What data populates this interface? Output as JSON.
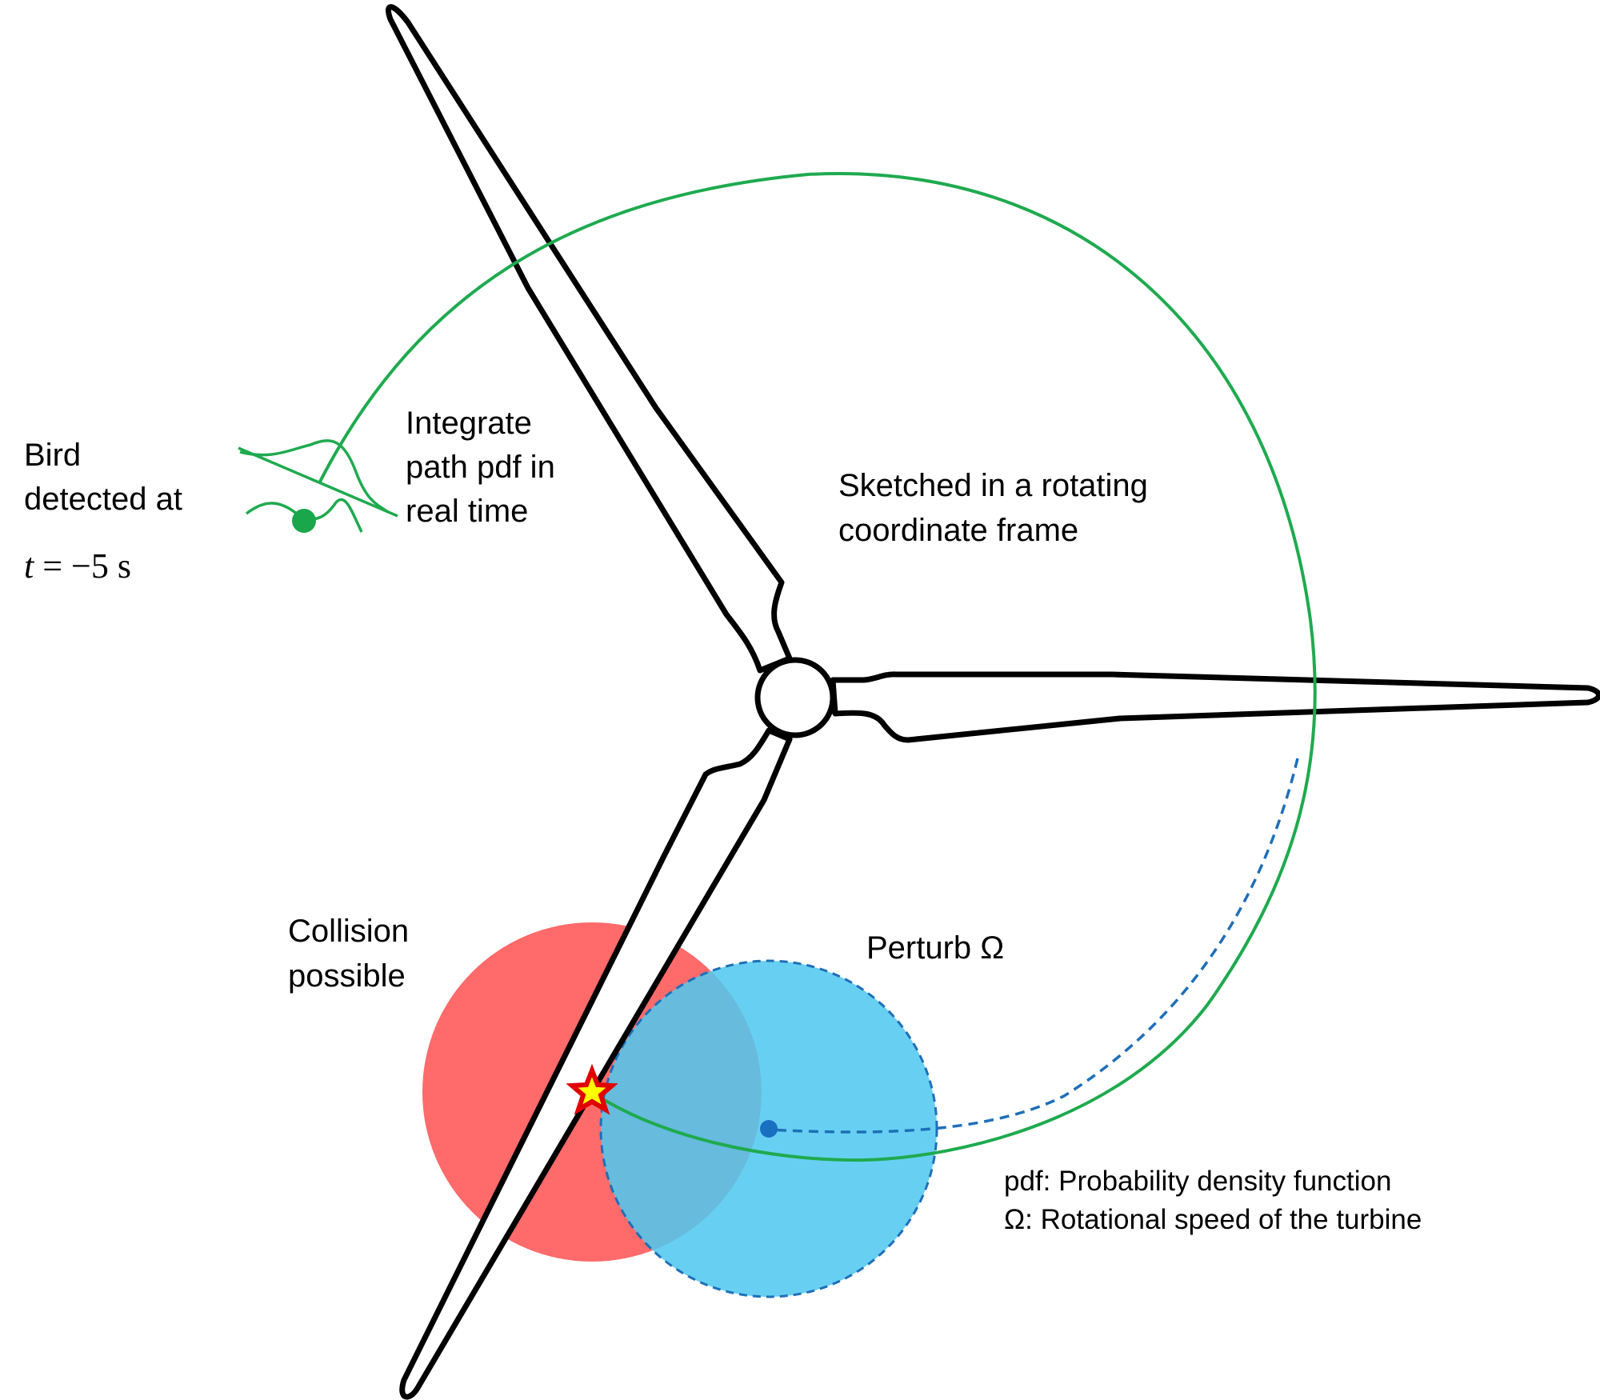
{
  "labels": {
    "bird_line1": "Bird",
    "bird_line2": "detected at",
    "time_t": "t",
    "time_eq": " = −5 s",
    "integrate_line1": "Integrate",
    "integrate_line2": "path pdf in",
    "integrate_line3": "real time",
    "sketched_line1": "Sketched in a rotating",
    "sketched_line2": "coordinate frame",
    "collision_line1": "Collision",
    "collision_line2": "possible",
    "perturb": "Perturb Ω",
    "legend_pdf": "pdf: Probability density function",
    "legend_omega": "Ω: Rotational speed of the turbine"
  },
  "colors": {
    "blade_outline": "#000000",
    "path_green": "#1faa4f",
    "bird_dot": "#1aa64a",
    "collision_circle": "#ff5a5a",
    "perturb_circle": "#4ec8f0",
    "perturb_dash": "#1f6fb8",
    "star_fill": "#ffff00",
    "star_outline": "#e00000"
  },
  "icons": {
    "bird": "bird-dot-icon",
    "collision": "star-icon"
  }
}
